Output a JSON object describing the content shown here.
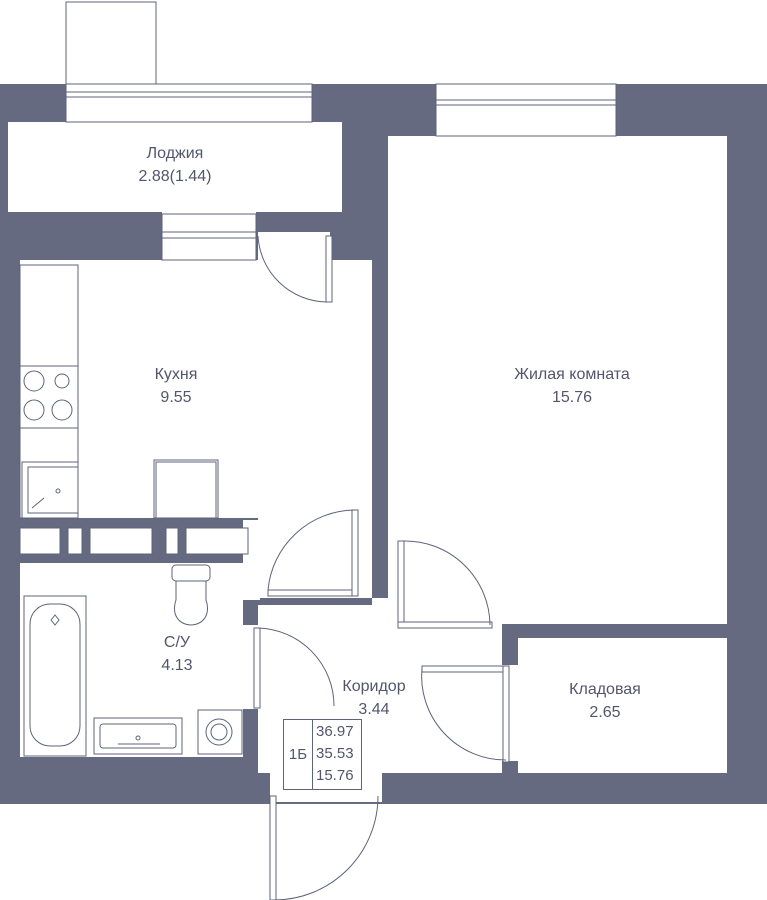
{
  "colors": {
    "wall": "#656a80",
    "line": "#5f6378",
    "text": "#52566b",
    "background": "#ffffff"
  },
  "rooms": {
    "loggia": {
      "name": "Лоджия",
      "area": "2.88(1.44)"
    },
    "kitchen": {
      "name": "Кухня",
      "area": "9.55"
    },
    "living": {
      "name": "Жилая комната",
      "area": "15.76"
    },
    "bathroom": {
      "name": "С/У",
      "area": "4.13"
    },
    "corridor": {
      "name": "Коридор",
      "area": "3.44"
    },
    "storage": {
      "name": "Кладовая",
      "area": "2.65"
    }
  },
  "spec": {
    "type": "1Б",
    "total_area": "36.97",
    "area_without_loggia": "35.53",
    "living_area": "15.76"
  }
}
